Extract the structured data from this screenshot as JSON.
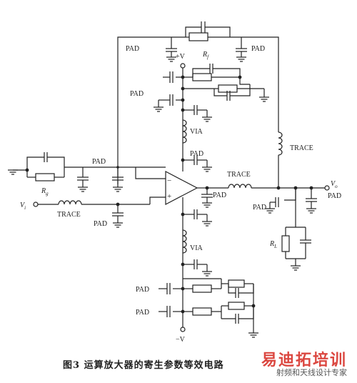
{
  "figure": {
    "caption": "图3  运算放大器的寄生参数等效电路",
    "watermark_main": "易迪拓培训",
    "watermark_sub": "射频和天线设计专家"
  },
  "labels": {
    "pad": "PAD",
    "trace": "TRACE",
    "via": "VIA",
    "vplus": "+V",
    "vminus": "−V",
    "rf": "R",
    "rf_sub": "f",
    "rg": "R",
    "rg_sub": "g",
    "rl": "R",
    "rl_sub": "L",
    "vi": "V",
    "vi_sub": "i",
    "vo": "V",
    "vo_sub": "o",
    "plus": "+",
    "minus": "−"
  }
}
